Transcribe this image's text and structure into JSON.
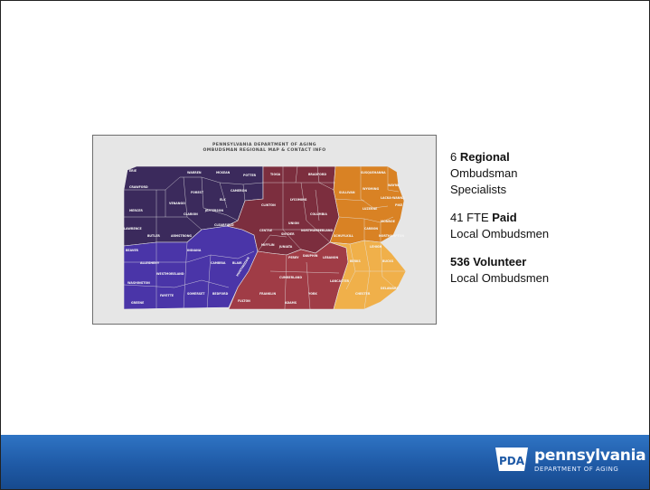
{
  "map": {
    "title_line1": "PENNSYLVANIA DEPARTMENT OF AGING",
    "title_line2": "OMBUDSMAN REGIONAL MAP & CONTACT INFO",
    "region_colors": {
      "northwest": "#3b2a5c",
      "southwest": "#4a35a8",
      "central": "#7c2e3e",
      "southcentral": "#a03c46",
      "northeast": "#d98224",
      "southeast": "#f0b04a"
    },
    "counties": [
      {
        "label": "ERIE"
      },
      {
        "label": "WARREN"
      },
      {
        "label": "MCKEAN"
      },
      {
        "label": "POTTER"
      },
      {
        "label": "CRAWFORD"
      },
      {
        "label": "FOREST"
      },
      {
        "label": "ELK"
      },
      {
        "label": "CAMERON"
      },
      {
        "label": "VENANGO"
      },
      {
        "label": "MERCER"
      },
      {
        "label": "CLARION"
      },
      {
        "label": "JEFFERSON"
      },
      {
        "label": "LAWRENCE"
      },
      {
        "label": "BUTLER"
      },
      {
        "label": "ARMSTRONG"
      },
      {
        "label": "CLEARFIELD"
      },
      {
        "label": "BEAVER"
      },
      {
        "label": "ALLEGHENY"
      },
      {
        "label": "INDIANA"
      },
      {
        "label": "WESTMORELAND"
      },
      {
        "label": "CAMBRIA"
      },
      {
        "label": "BLAIR"
      },
      {
        "label": "WASHINGTON"
      },
      {
        "label": "FAYETTE"
      },
      {
        "label": "SOMERSET"
      },
      {
        "label": "BEDFORD"
      },
      {
        "label": "GREENE"
      },
      {
        "label": "FULTON"
      },
      {
        "label": "HUNTINGDON"
      },
      {
        "label": "TIOGA"
      },
      {
        "label": "BRADFORD"
      },
      {
        "label": "SUSQUEHANNA"
      },
      {
        "label": "WAYNE"
      },
      {
        "label": "SULLIVAN"
      },
      {
        "label": "WYOMING"
      },
      {
        "label": "LACKA-WANNA"
      },
      {
        "label": "LYCOMING"
      },
      {
        "label": "CLINTON"
      },
      {
        "label": "LUZERNE"
      },
      {
        "label": "PIKE"
      },
      {
        "label": "CENTRE"
      },
      {
        "label": "UNION"
      },
      {
        "label": "COLUMBIA"
      },
      {
        "label": "MONROE"
      },
      {
        "label": "MIFFLIN"
      },
      {
        "label": "SNYDER"
      },
      {
        "label": "NORTHUMBERLAND"
      },
      {
        "label": "CARBON"
      },
      {
        "label": "JUNIATA"
      },
      {
        "label": "PERRY"
      },
      {
        "label": "SCHUYLKILL"
      },
      {
        "label": "NORTHAMPTON"
      },
      {
        "label": "DAUPHIN"
      },
      {
        "label": "LEBANON"
      },
      {
        "label": "LEHIGH"
      },
      {
        "label": "BERKS"
      },
      {
        "label": "CUMBERLAND"
      },
      {
        "label": "FRANKLIN"
      },
      {
        "label": "ADAMS"
      },
      {
        "label": "YORK"
      },
      {
        "label": "LANCASTER"
      },
      {
        "label": "BUCKS"
      },
      {
        "label": "CHESTER"
      },
      {
        "label": "DELAWARE"
      }
    ]
  },
  "info": {
    "regional_count": "6",
    "regional_bold": "Regional",
    "regional_rest": "Ombudsman Specialists",
    "paid_prefix": "41 FTE",
    "paid_bold": "Paid",
    "paid_rest": "Local Ombudsmen",
    "volunteer_bold": "536 Volunteer",
    "volunteer_rest": "Local Ombudsmen"
  },
  "footer": {
    "logo_abbr": "PDA",
    "logo_word": "pennsylvania",
    "logo_sub": "DEPARTMENT OF AGING",
    "bg_color": "#1f5aa6"
  }
}
